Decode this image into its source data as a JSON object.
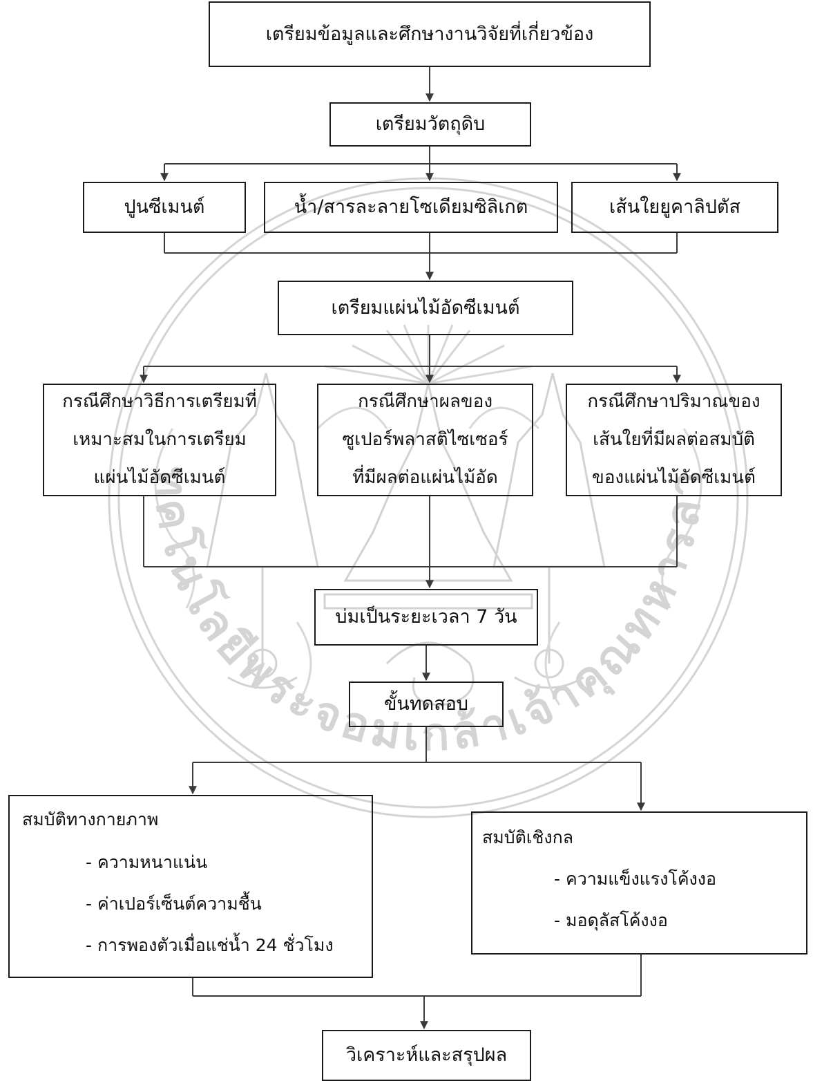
{
  "watermark": {
    "arc_text": "สถาบันเทคโนโลยีพระจอมเกล้าเจ้าคุณทหารลาดกระบัง",
    "color": "#d4d4d4"
  },
  "colors": {
    "box_border": "#1a1a1a",
    "line": "#3a3a3a",
    "text": "#111111"
  },
  "steps": {
    "prepare_data": "เตรียมข้อมูลและศึกษางานวิจัยที่เกี่ยวข้อง",
    "raw_materials": "เตรียมวัตถุดิบ",
    "cement": "ปูนซีเมนต์",
    "water_silicate": "น้ำ/สารละลายโซเดียมซิลิเกต",
    "fiber": "เส้นใยยูคาลิปตัส",
    "prepare_board": "เตรียมแผ่นไม้อัดซีเมนต์",
    "cure": "บ่มเป็นระยะเวลา 7 วัน",
    "test": "ขั้นทดสอบ",
    "analyze": "วิเคราะห์และสรุปผล"
  },
  "cases": [
    {
      "lines": [
        "กรณีศึกษาวิธีการเตรียมที่",
        "เหมาะสมในการเตรียม",
        "แผ่นไม้อัดซีเมนต์"
      ]
    },
    {
      "lines": [
        "กรณีศึกษาผลของ",
        "ซูเปอร์พลาสติไซเซอร์",
        "ที่มีผลต่อแผ่นไม้อัด"
      ]
    },
    {
      "lines": [
        "กรณีศึกษาปริมาณของ",
        "เส้นใยที่มีผลต่อสมบัติ",
        "ของแผ่นไม้อัดซีเมนต์"
      ]
    }
  ],
  "physical": {
    "title": "สมบัติทางกายภาพ",
    "items": [
      "- ความหนาแน่น",
      "- ค่าเปอร์เซ็นต์ความชื้น",
      "- การพองตัวเมื่อแช่น้ำ 24 ชั่วโมง"
    ]
  },
  "mechanical": {
    "title": "สมบัติเชิงกล",
    "items": [
      "- ความแข็งแรงโค้งงอ",
      "- มอดุลัสโค้งงอ"
    ]
  }
}
